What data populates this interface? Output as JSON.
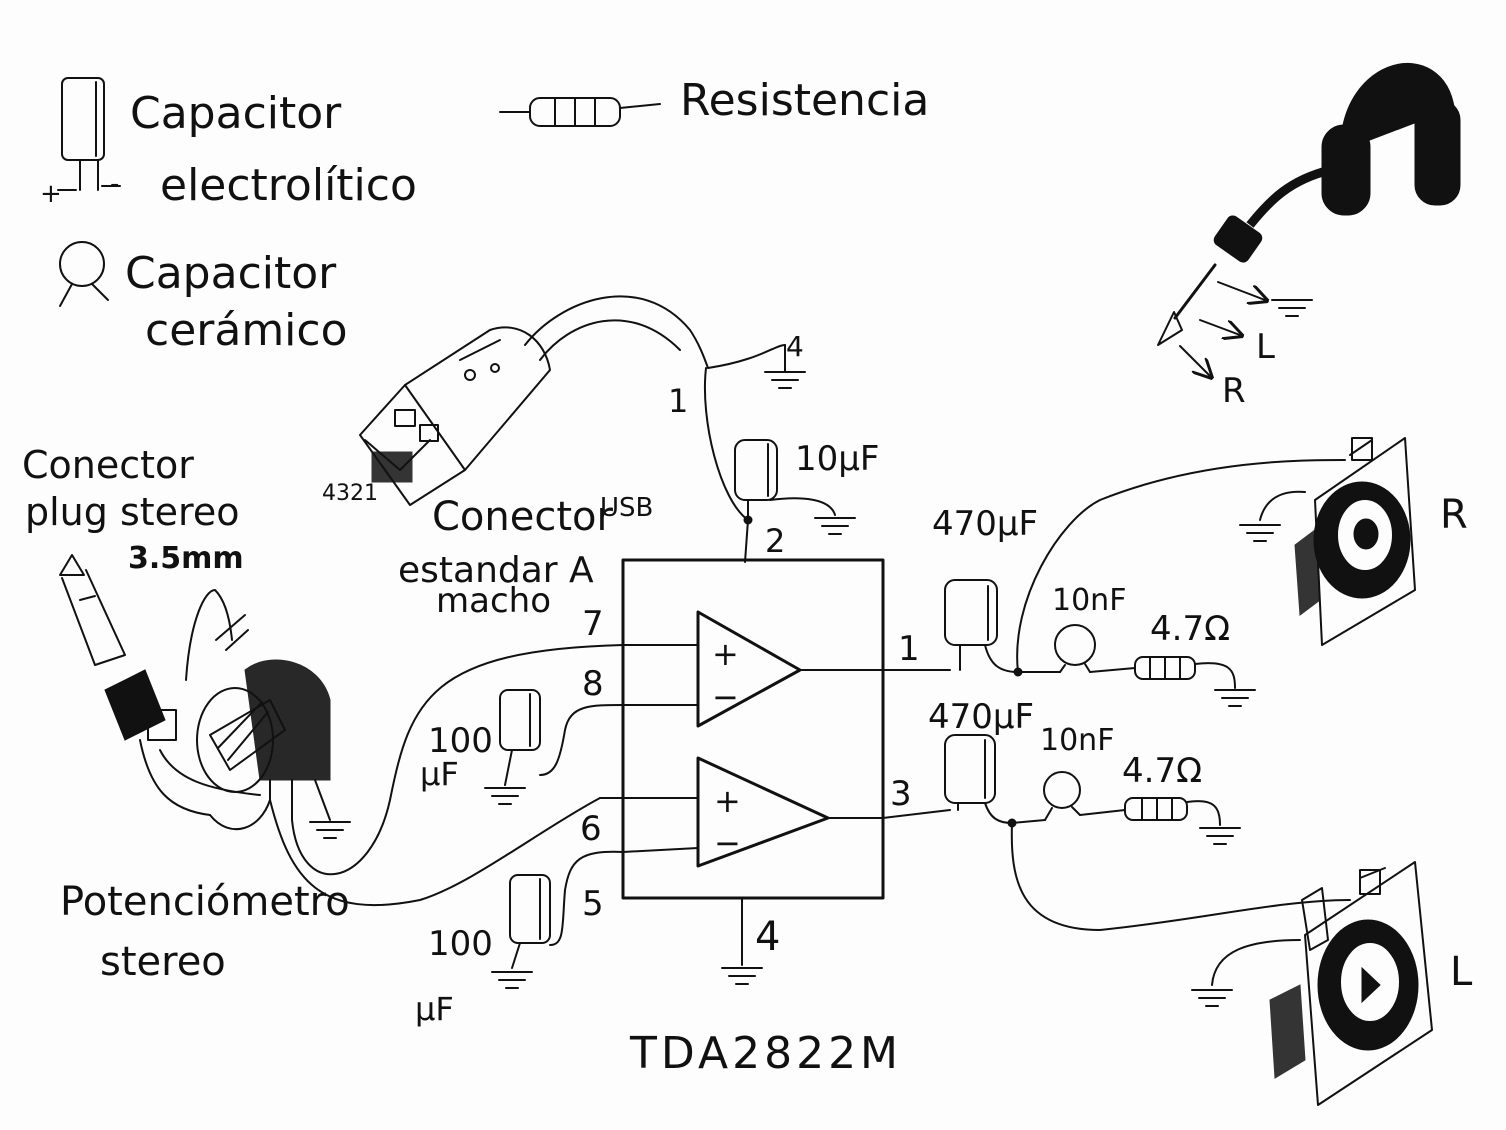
{
  "legend": {
    "electrolytic": [
      "Capacitor",
      "electrolítico"
    ],
    "electrolytic_polarity": [
      "+",
      "-"
    ],
    "resistor": "Resistencia",
    "ceramic": [
      "Capacitor",
      "cerámico"
    ]
  },
  "chip": {
    "name": "TDA2822M",
    "plus_sign": "+",
    "minus_sign": "−",
    "pins": {
      "p1": "1",
      "p2": "2",
      "p3": "3",
      "p4": "4",
      "p5": "5",
      "p6": "6",
      "p7": "7",
      "p8": "8"
    }
  },
  "usb": {
    "label": [
      "Conector",
      "USB",
      "estandar A",
      "macho"
    ],
    "pin_order": "4321",
    "wire_pins": {
      "vcc": "1",
      "gnd": "4"
    }
  },
  "jack": {
    "label": [
      "Conector",
      "plug stereo",
      "3.5mm"
    ]
  },
  "pot": {
    "label": [
      "Potenciómetro",
      "stereo"
    ]
  },
  "capacitors": {
    "supply": "10µF",
    "out_r": "470µF",
    "out_l": "470µF",
    "pin8_value": "100",
    "pin8_unit": "µF",
    "pin5_value": "100",
    "pin5_unit": "µF",
    "zobel_r": "10nF",
    "zobel_l": "10nF"
  },
  "resistors": {
    "r": "4.7Ω",
    "l": "4.7Ω"
  },
  "speakers": {
    "right": "R",
    "left": "L"
  },
  "headphones": {
    "gnd_symbol": "⏚",
    "left": "L",
    "right": "R"
  }
}
